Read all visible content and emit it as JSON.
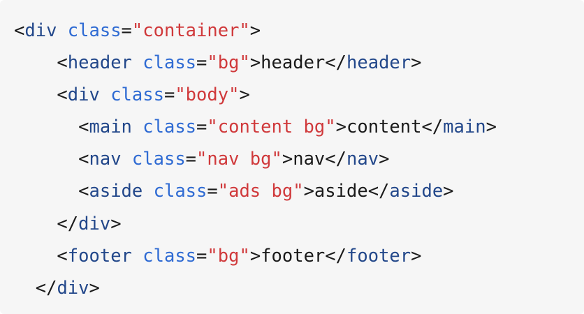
{
  "colors": {
    "background": "#f6f6f6",
    "tag": "#22478a",
    "attribute": "#2f6bd3",
    "string": "#d0393b",
    "text": "#1a1a1a"
  },
  "code": {
    "lines": [
      [
        {
          "t": "punct",
          "v": "<"
        },
        {
          "t": "tag",
          "v": "div"
        },
        {
          "t": "text",
          "v": " "
        },
        {
          "t": "attr",
          "v": "class"
        },
        {
          "t": "eq",
          "v": "="
        },
        {
          "t": "str",
          "v": "\"container\""
        },
        {
          "t": "punct",
          "v": ">"
        }
      ],
      [
        {
          "t": "text",
          "v": "    "
        },
        {
          "t": "punct",
          "v": "<"
        },
        {
          "t": "tag",
          "v": "header"
        },
        {
          "t": "text",
          "v": " "
        },
        {
          "t": "attr",
          "v": "class"
        },
        {
          "t": "eq",
          "v": "="
        },
        {
          "t": "str",
          "v": "\"bg\""
        },
        {
          "t": "punct",
          "v": ">"
        },
        {
          "t": "text",
          "v": "header"
        },
        {
          "t": "punct",
          "v": "</"
        },
        {
          "t": "tag",
          "v": "header"
        },
        {
          "t": "punct",
          "v": ">"
        }
      ],
      [
        {
          "t": "text",
          "v": "    "
        },
        {
          "t": "punct",
          "v": "<"
        },
        {
          "t": "tag",
          "v": "div"
        },
        {
          "t": "text",
          "v": " "
        },
        {
          "t": "attr",
          "v": "class"
        },
        {
          "t": "eq",
          "v": "="
        },
        {
          "t": "str",
          "v": "\"body\""
        },
        {
          "t": "punct",
          "v": ">"
        }
      ],
      [
        {
          "t": "text",
          "v": "      "
        },
        {
          "t": "punct",
          "v": "<"
        },
        {
          "t": "tag",
          "v": "main"
        },
        {
          "t": "text",
          "v": " "
        },
        {
          "t": "attr",
          "v": "class"
        },
        {
          "t": "eq",
          "v": "="
        },
        {
          "t": "str",
          "v": "\"content bg\""
        },
        {
          "t": "punct",
          "v": ">"
        },
        {
          "t": "text",
          "v": "content"
        },
        {
          "t": "punct",
          "v": "</"
        },
        {
          "t": "tag",
          "v": "main"
        },
        {
          "t": "punct",
          "v": ">"
        }
      ],
      [
        {
          "t": "text",
          "v": "      "
        },
        {
          "t": "punct",
          "v": "<"
        },
        {
          "t": "tag",
          "v": "nav"
        },
        {
          "t": "text",
          "v": " "
        },
        {
          "t": "attr",
          "v": "class"
        },
        {
          "t": "eq",
          "v": "="
        },
        {
          "t": "str",
          "v": "\"nav bg\""
        },
        {
          "t": "punct",
          "v": ">"
        },
        {
          "t": "text",
          "v": "nav"
        },
        {
          "t": "punct",
          "v": "</"
        },
        {
          "t": "tag",
          "v": "nav"
        },
        {
          "t": "punct",
          "v": ">"
        }
      ],
      [
        {
          "t": "text",
          "v": "      "
        },
        {
          "t": "punct",
          "v": "<"
        },
        {
          "t": "tag",
          "v": "aside"
        },
        {
          "t": "text",
          "v": " "
        },
        {
          "t": "attr",
          "v": "class"
        },
        {
          "t": "eq",
          "v": "="
        },
        {
          "t": "str",
          "v": "\"ads bg\""
        },
        {
          "t": "punct",
          "v": ">"
        },
        {
          "t": "text",
          "v": "aside"
        },
        {
          "t": "punct",
          "v": "</"
        },
        {
          "t": "tag",
          "v": "aside"
        },
        {
          "t": "punct",
          "v": ">"
        }
      ],
      [
        {
          "t": "text",
          "v": "    "
        },
        {
          "t": "punct",
          "v": "</"
        },
        {
          "t": "tag",
          "v": "div"
        },
        {
          "t": "punct",
          "v": ">"
        }
      ],
      [
        {
          "t": "text",
          "v": "    "
        },
        {
          "t": "punct",
          "v": "<"
        },
        {
          "t": "tag",
          "v": "footer"
        },
        {
          "t": "text",
          "v": " "
        },
        {
          "t": "attr",
          "v": "class"
        },
        {
          "t": "eq",
          "v": "="
        },
        {
          "t": "str",
          "v": "\"bg\""
        },
        {
          "t": "punct",
          "v": ">"
        },
        {
          "t": "text",
          "v": "footer"
        },
        {
          "t": "punct",
          "v": "</"
        },
        {
          "t": "tag",
          "v": "footer"
        },
        {
          "t": "punct",
          "v": ">"
        }
      ],
      [
        {
          "t": "text",
          "v": "  "
        },
        {
          "t": "punct",
          "v": "</"
        },
        {
          "t": "tag",
          "v": "div"
        },
        {
          "t": "punct",
          "v": ">"
        }
      ]
    ]
  }
}
